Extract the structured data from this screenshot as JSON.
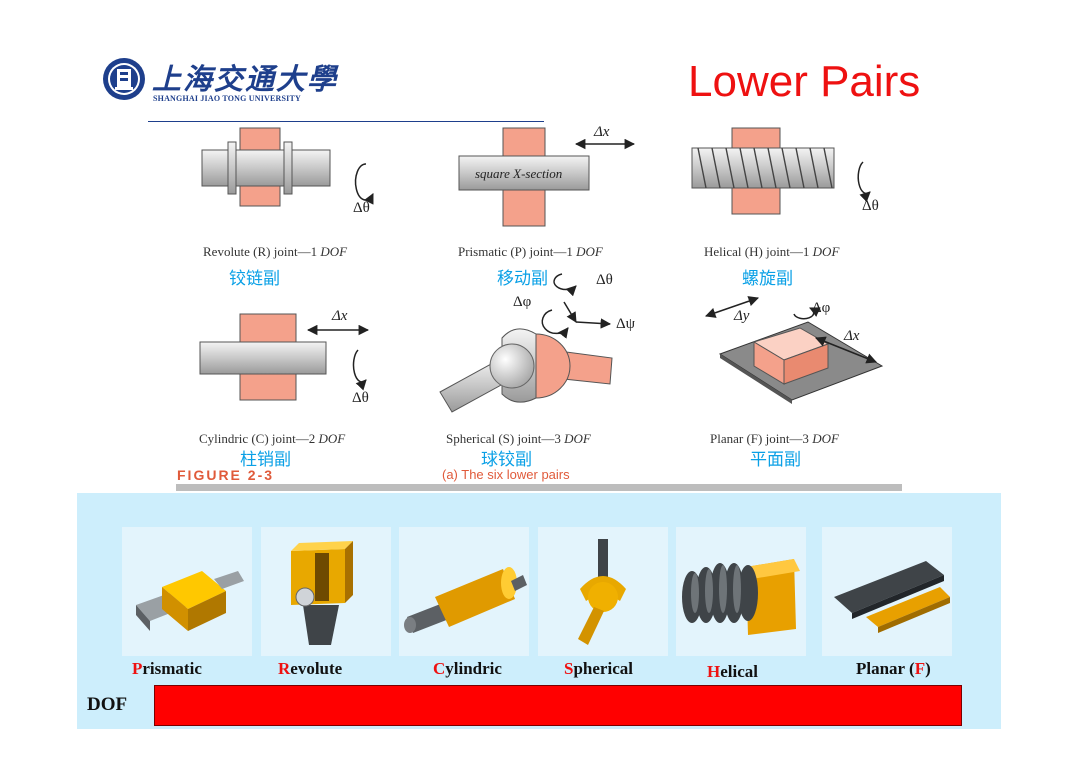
{
  "header": {
    "logo_cn": "上海交通大學",
    "logo_en": "SHANGHAI JIAO TONG UNIVERSITY",
    "title": "Lower Pairs"
  },
  "figure": {
    "joints": [
      {
        "caption_name": "Revolute (R) joint—1",
        "caption_dof": "DOF",
        "zh": "铰链副",
        "symbols": [
          "Δθ"
        ]
      },
      {
        "caption_name": "Prismatic (P) joint—1",
        "caption_dof": "DOF",
        "zh": "移动副",
        "symbols": [
          "Δx",
          "square X-section"
        ]
      },
      {
        "caption_name": "Helical (H) joint—1",
        "caption_dof": "DOF",
        "zh": "螺旋副",
        "symbols": [
          "Δθ"
        ]
      },
      {
        "caption_name": "Cylindric (C) joint—2",
        "caption_dof": "DOF",
        "zh": "柱销副",
        "symbols": [
          "Δx",
          "Δθ"
        ]
      },
      {
        "caption_name": "Spherical (S) joint—3",
        "caption_dof": "DOF",
        "zh": "球铰副",
        "symbols": [
          "Δθ",
          "Δφ",
          "Δψ"
        ]
      },
      {
        "caption_name": "Planar (F) joint—3",
        "caption_dof": "DOF",
        "zh": "平面副",
        "symbols": [
          "Δy",
          "Δφ",
          "Δx"
        ]
      }
    ],
    "label": "FIGURE 2-3",
    "subcaption": "(a)  The six lower pairs"
  },
  "pairs": [
    {
      "initial": "P",
      "rest": "rismatic"
    },
    {
      "initial": "R",
      "rest": "evolute"
    },
    {
      "initial": "C",
      "rest": "ylindric"
    },
    {
      "initial": "S",
      "rest": "pherical"
    },
    {
      "initial": "H",
      "rest": "elical"
    },
    {
      "before": "Planar (",
      "initial": "F",
      "after": ")"
    }
  ],
  "dof": {
    "label": "DOF"
  },
  "colors": {
    "title_red": "#ee1111",
    "brand_blue": "#1e3f8c",
    "zh_blue": "#0aa0e6",
    "panel_bg": "#cdeefc",
    "dof_bar": "#ff0000"
  }
}
